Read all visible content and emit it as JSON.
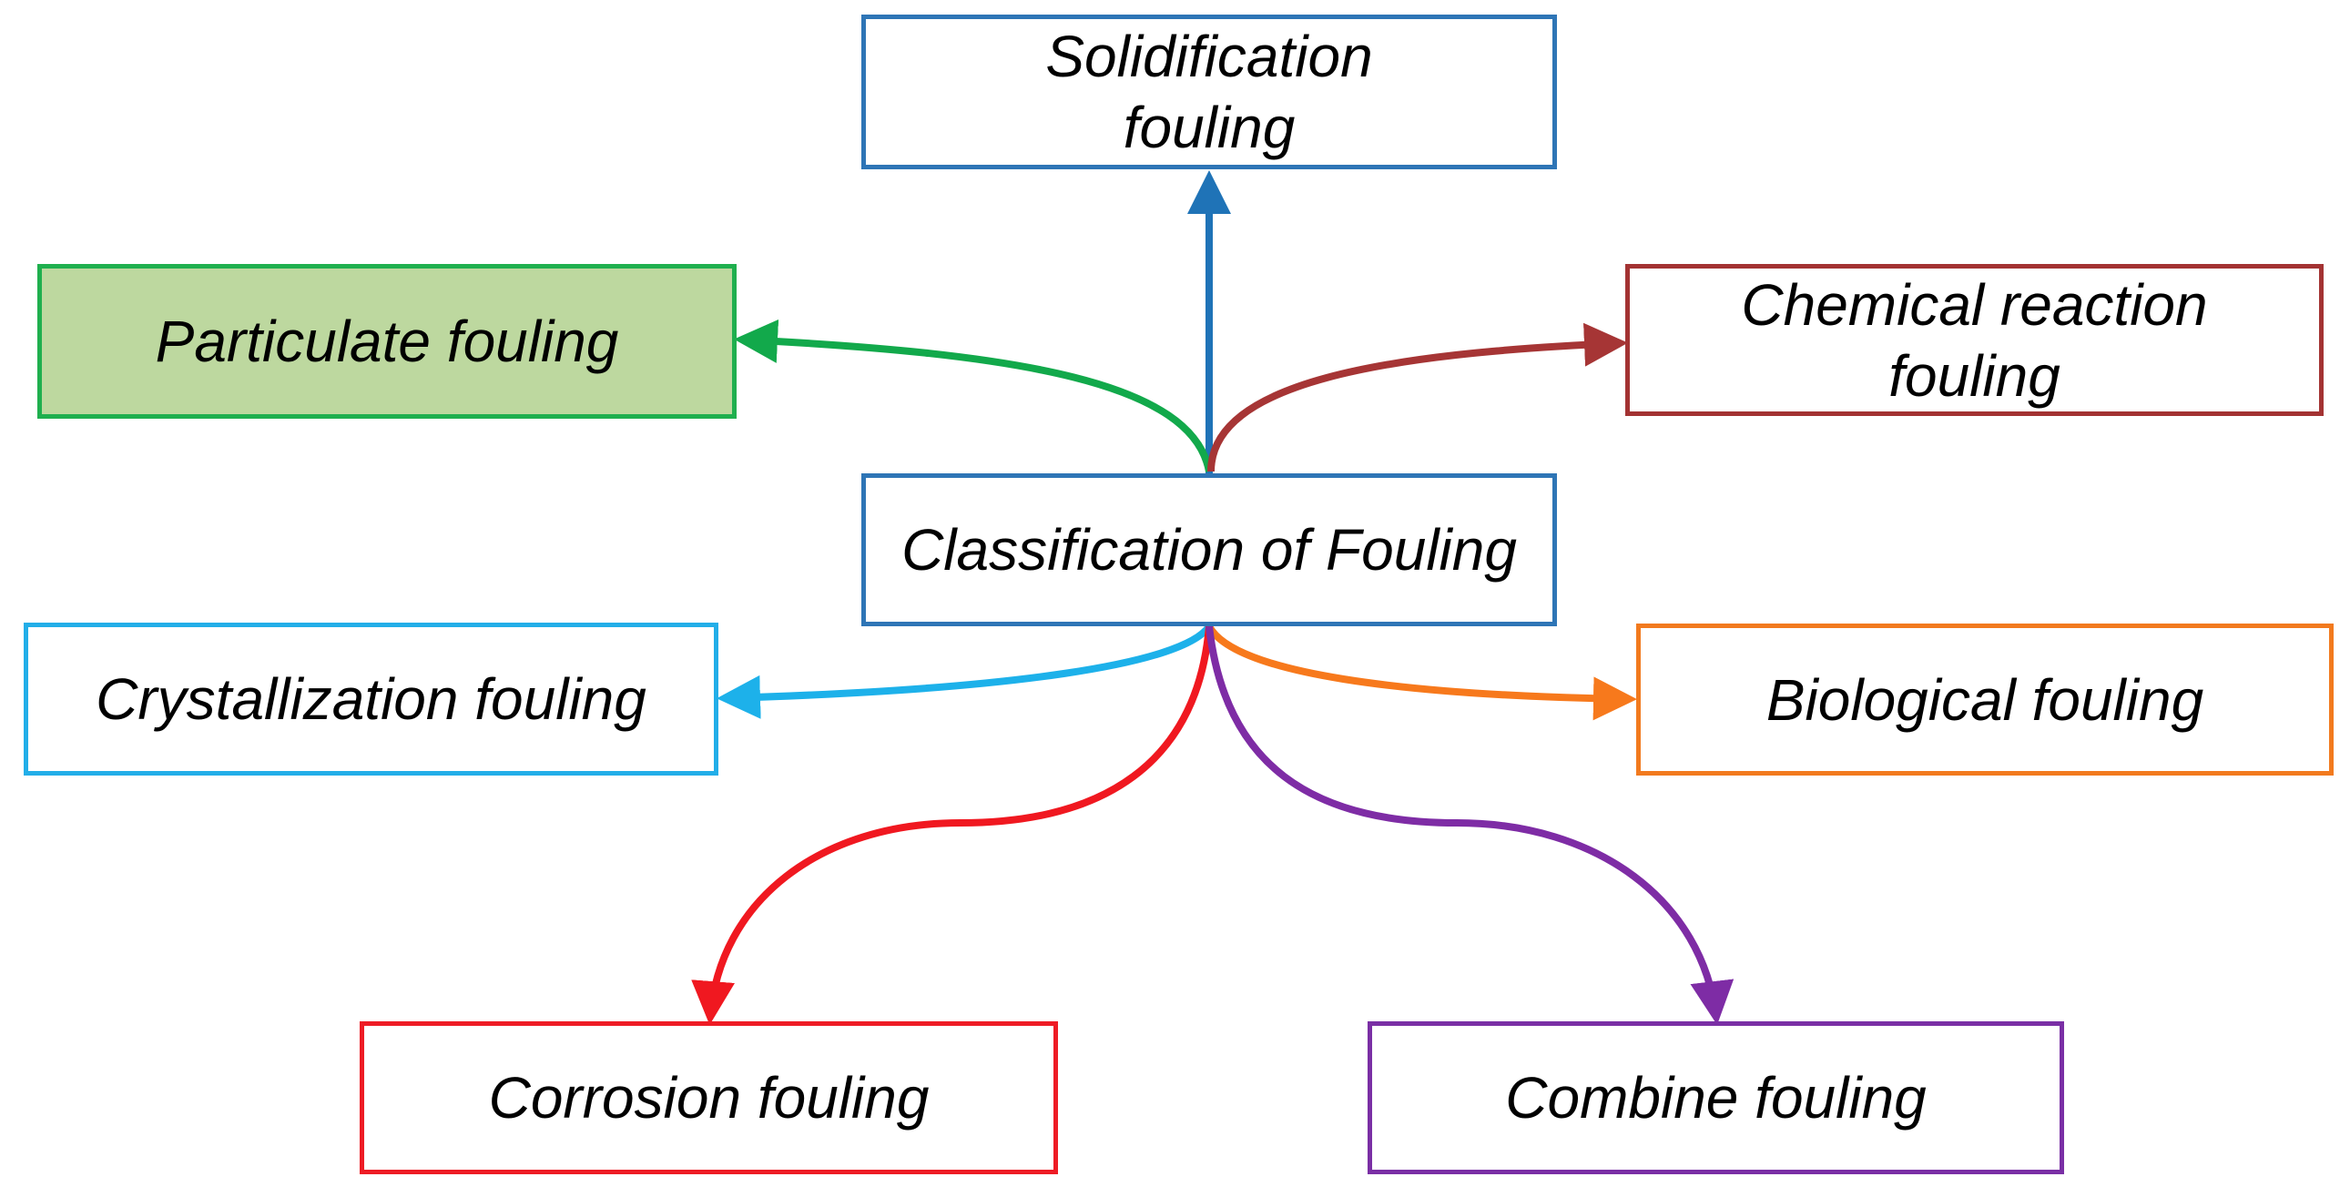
{
  "diagram": {
    "center": {
      "label": "Classification of Fouling",
      "color": "#2E75B6"
    },
    "nodes": [
      {
        "id": "solidification",
        "label": "Solidification\nfouling",
        "color": "#2E75B6"
      },
      {
        "id": "particulate",
        "label": "Particulate fouling",
        "color": "#1FAF4E",
        "fill": "#BDD89F"
      },
      {
        "id": "chemical",
        "label": "Chemical reaction\nfouling",
        "color": "#A33333"
      },
      {
        "id": "crystallization",
        "label": "Crystallization fouling",
        "color": "#22AEE8"
      },
      {
        "id": "biological",
        "label": "Biological fouling",
        "color": "#F27A1E"
      },
      {
        "id": "corrosion",
        "label": "Corrosion fouling",
        "color": "#EE1C25"
      },
      {
        "id": "combine",
        "label": "Combine fouling",
        "color": "#7A2FA5"
      }
    ],
    "edge_colors": {
      "solidification": "#1F73B7",
      "particulate": "#12A94B",
      "chemical": "#A63535",
      "crystallization": "#1DB1EA",
      "biological": "#F7791C",
      "corrosion": "#F01820",
      "combine": "#7E2CA5"
    }
  }
}
